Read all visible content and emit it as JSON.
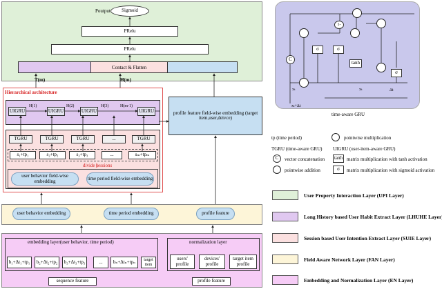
{
  "main": {
    "poutput": "Poutput",
    "sigmoid": "Sigmoid",
    "prelu_top": "PRelu",
    "prelu_bottom": "PRelu",
    "concat": "Contact & Flatten",
    "t_m": "T(m)",
    "h_m": "H(m)"
  },
  "hier": {
    "title": "Hierarchical architecture",
    "uigru": [
      "UIGRU",
      "UIGRU",
      "UIGRU",
      "UIGRU"
    ],
    "h_labels": [
      "H(1)",
      "H(2)",
      "H(3)",
      "H(m-1)"
    ],
    "tgru": [
      "TGRU",
      "TGRU",
      "TGRU",
      "...",
      "TGRU"
    ],
    "s_items": [
      "s₁+tp₁",
      "s₂+tp₂",
      "s₃+tp₃",
      "...",
      "sₘ+tpₘ"
    ],
    "divide": "divide sessions",
    "user_behavior_emb": "user behavior field-wise embedding",
    "time_period_emb": "time period field-wise embedding"
  },
  "profile_box": "profile feature field-wise embedding (target item,user,deivce)",
  "fan": {
    "user_behavior": "user behavior embedding",
    "time_period": "time period embedding",
    "profile": "profile feature"
  },
  "en": {
    "embedding_layer": "embedding layer(user behavior, time period)",
    "normalization": "normalization layer",
    "cells": [
      "b₁+Δt₁+tp₁",
      "b₂+Δt₂+tp₂",
      "b₃+Δt₃+tp₃",
      "...",
      "bₙ+Δtₙ+tpₙ"
    ],
    "target_item": "target item",
    "profiles": [
      "users' profile",
      "devices' profile",
      "target item profile"
    ],
    "sequence_feature": "sequence feature",
    "profile_feature": "profile feature"
  },
  "gru": {
    "caption": "time-aware GRU",
    "one_minus": "1-",
    "sigma": "σ",
    "tanh": "tanh",
    "c": "C",
    "x_t": "xₜ",
    "x_t2": "xₜ",
    "dt": "Δt",
    "h_t": "xₜ+Δt"
  },
  "notes": {
    "tp": "tp (time period)",
    "tgru": "TGRU (time-aware GRU)",
    "uigru": "UIGRU (user-item-aware GRU)",
    "pointwise_mult": "pointwise multiplication",
    "vector_concat": "vector concatenation",
    "tanh_act": "matrix multiplication with tanh activation",
    "pointwise_add": "pointwise addition",
    "sigmoid_act": "matrix multiplication with sigmoid activation",
    "tanh_sym": "tanh",
    "sigma_sym": "σ",
    "c_sym": "C"
  },
  "legend": [
    {
      "label": "User Property Interaction Layer (UPI Layer)",
      "color": "#dff0d8"
    },
    {
      "label": "Long History based User Habit Extract Layer (LHUHE Layer)",
      "color": "#e0c8f0"
    },
    {
      "label": "Session based User Intention Extract Layer (SUIE Layer)",
      "color": "#fbe0e0"
    },
    {
      "label": "Field Aware Network Layer (FAN Layer)",
      "color": "#fdf5d8"
    },
    {
      "label": "Embedding and Normalization Layer (EN Layer)",
      "color": "#f6ccf6"
    }
  ]
}
